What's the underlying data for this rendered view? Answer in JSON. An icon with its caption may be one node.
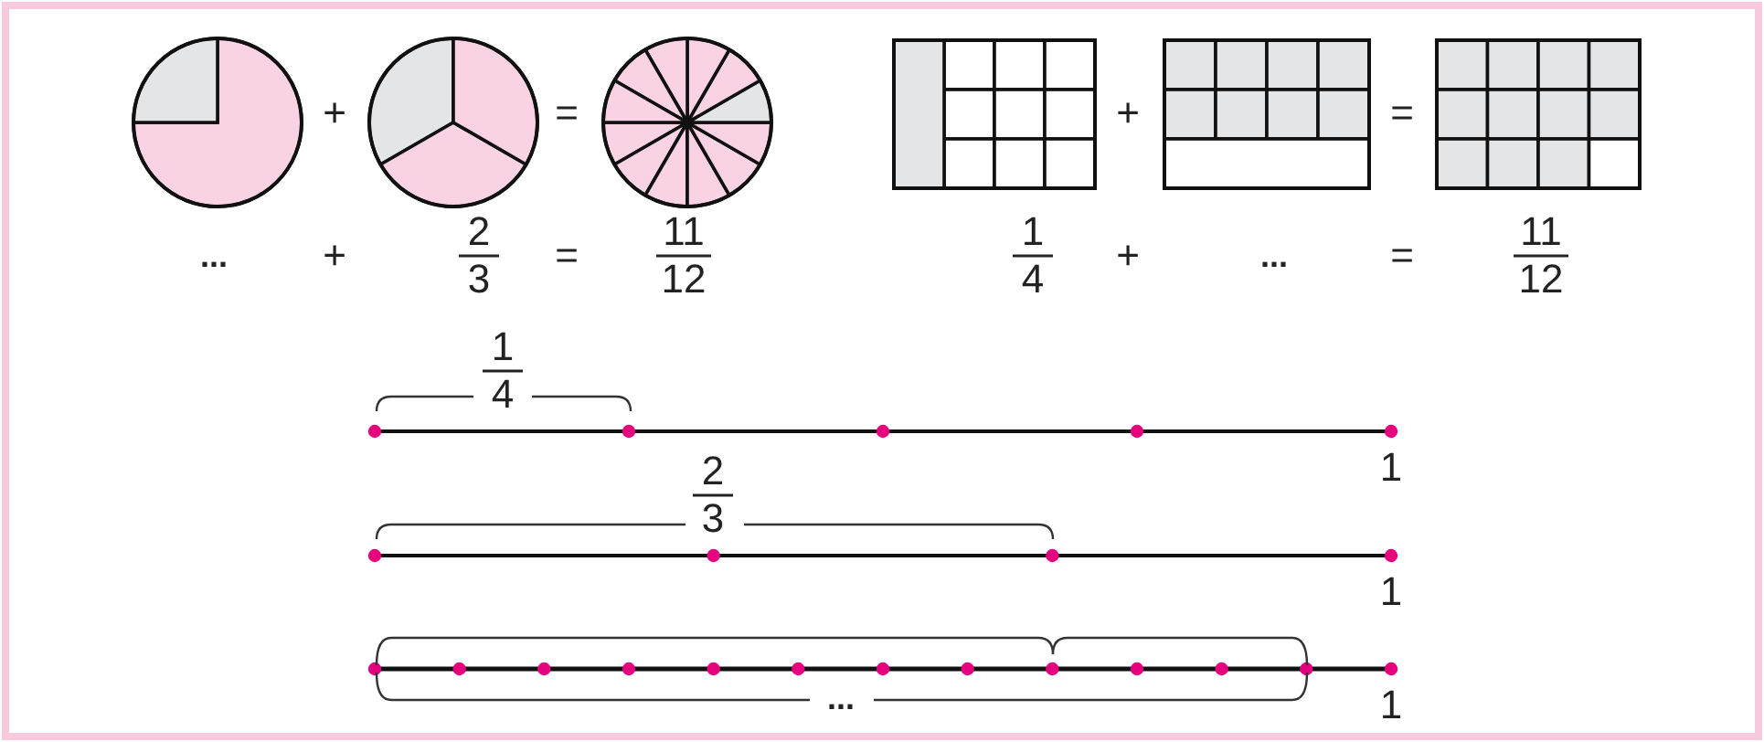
{
  "diagram": {
    "labels": [
      "+",
      "=",
      "+",
      "=",
      "...",
      "+",
      "2",
      "3",
      "=",
      "11",
      "12",
      "1",
      "4",
      "+",
      "...",
      "=",
      "11",
      "12",
      "1",
      "4",
      "1",
      "2",
      "3",
      "1",
      "1",
      "..."
    ]
  }
}
